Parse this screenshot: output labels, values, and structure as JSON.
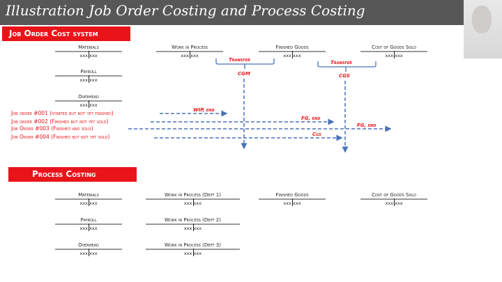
{
  "header": {
    "title": "Illustration Job Order Costing and Process Costing"
  },
  "job_order": {
    "section_label": "Job Order Cost system",
    "accounts": [
      {
        "label": "Materials",
        "value": "xxx xxx"
      },
      {
        "label": "Work in Process",
        "value": "xxx xxx"
      },
      {
        "label": "Finished Goods",
        "value": "xxx xxx"
      },
      {
        "label": "Cost of Goods Sold",
        "value": "xxx xxx"
      },
      {
        "label": "Payroll",
        "value": "xxx xxx"
      },
      {
        "label": "Overhead",
        "value": "xxx xxx"
      }
    ],
    "jobs": [
      "Job order #001 (started but not yet finished)",
      "Job order #002 (Finished but not yet sold)",
      "Job Order #003 (Finished and sold)",
      "Job Order #004  (Finished but not yet sold)"
    ],
    "flow_labels": {
      "transfer1": "Transfer",
      "cgm": "CGM",
      "transfer2": "Transfer",
      "cgs": "CGS",
      "wip_end": "WIP, end",
      "fg_end_1": "FG, end",
      "fg_end_2": "FG, end",
      "cgs_small": "Cgs"
    }
  },
  "process": {
    "section_label": "Process Costing",
    "accounts": [
      {
        "label": "Materials",
        "value": "xxx xxx"
      },
      {
        "label": "Work in Process (Dept 1)",
        "value": "xxx xxx"
      },
      {
        "label": "Finished Goods",
        "value": "xxx xxx"
      },
      {
        "label": "Cost of Goods Sold",
        "value": "xxx xxx"
      },
      {
        "label": "Payroll",
        "value": "xxx xxx"
      },
      {
        "label": "Work in Process (Dept 2)",
        "value": "xxx xxx"
      },
      {
        "label": "Overhead",
        "value": "xxx xxx"
      },
      {
        "label": "Work in Process (Dept 3)",
        "value": "xxx xxx"
      }
    ]
  }
}
